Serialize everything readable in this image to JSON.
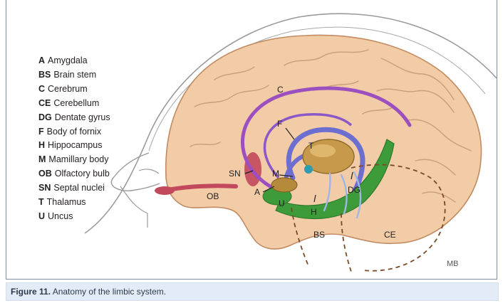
{
  "legend": [
    {
      "abbr": "A",
      "term": "Amygdala"
    },
    {
      "abbr": "BS",
      "term": "Brain stem"
    },
    {
      "abbr": "C",
      "term": "Cerebrum"
    },
    {
      "abbr": "CE",
      "term": "Cerebellum"
    },
    {
      "abbr": "DG",
      "term": "Dentate gyrus"
    },
    {
      "abbr": "F",
      "term": "Body of fornix"
    },
    {
      "abbr": "H",
      "term": "Hippocampus"
    },
    {
      "abbr": "M",
      "term": "Mamillary body"
    },
    {
      "abbr": "OB",
      "term": "Olfactory bulb"
    },
    {
      "abbr": "SN",
      "term": "Septal nuclei"
    },
    {
      "abbr": "T",
      "term": "Thalamus"
    },
    {
      "abbr": "U",
      "term": "Uncus"
    }
  ],
  "diagram_labels": {
    "c": "C",
    "f": "F",
    "t": "T",
    "sn": "SN",
    "m": "M",
    "ob": "OB",
    "a": "A",
    "u": "U",
    "h": "H",
    "dg": "DG",
    "bs": "BS",
    "ce": "CE"
  },
  "signature": "MB",
  "caption": {
    "prefix": "Figure 11.",
    "text": " Anatomy of the limbic system."
  },
  "colors": {
    "brain": "#f1cca6",
    "outline": "#c28b62",
    "limbic_purple": "#9c4fbf",
    "fornix_blue": "#6d6fd0",
    "hippocampus_green": "#3e9b3a",
    "thalamus_gold": "#b58a3a",
    "olfactory_red": "#c2485c",
    "caption_bg": "#e3ecf6"
  }
}
